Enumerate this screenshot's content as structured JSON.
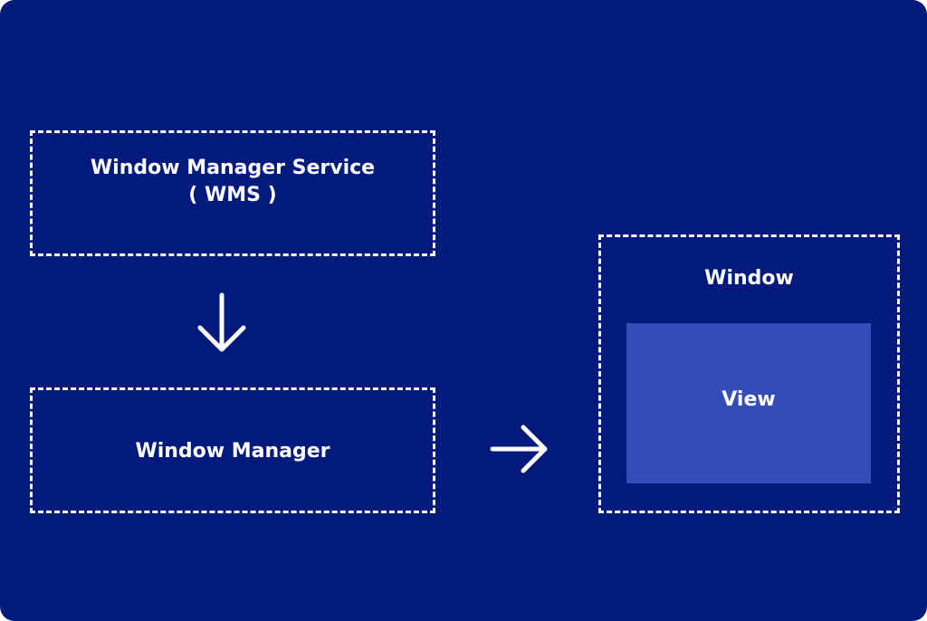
{
  "colors": {
    "background": "#021A7C",
    "view_fill": "#344BB8",
    "stroke": "#FFFFFF"
  },
  "diagram": {
    "wms_box": {
      "title_line1": "Window Manager Service",
      "title_line2": "( WMS )"
    },
    "wm_box": {
      "title": "Window Manager"
    },
    "window_box": {
      "title": "Window",
      "view": {
        "title": "View"
      }
    },
    "arrows": [
      {
        "from": "wms_box",
        "to": "wm_box",
        "direction": "down"
      },
      {
        "from": "wm_box",
        "to": "window_box",
        "direction": "right"
      }
    ]
  }
}
